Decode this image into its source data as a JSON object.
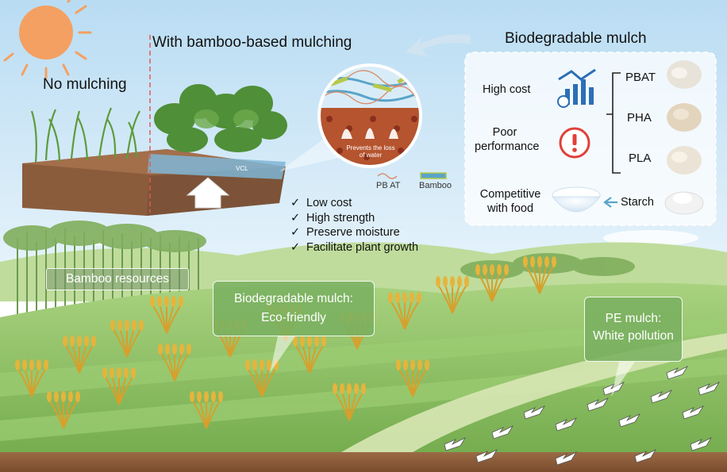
{
  "panels": {
    "no_mulching": "No mulching",
    "with_bamboo": "With bamboo-based mulching"
  },
  "zoom_view": {
    "annotation": "Prevents the loss of water",
    "vcl_label": "VCL",
    "legend": [
      {
        "label": "PB AT",
        "color": "#d98b6a"
      },
      {
        "label": "Bamboo",
        "color": "#5aa4c8"
      }
    ]
  },
  "benefits": [
    "Low cost",
    "High strength",
    "Preserve moisture",
    "Facilitate plant growth"
  ],
  "biodegradable_panel": {
    "title": "Biodegradable mulch",
    "issues": [
      {
        "label": "High cost",
        "icon": "rising-cost-chart-icon"
      },
      {
        "label": "Poor performance",
        "icon": "warning-circle-icon"
      },
      {
        "label": "Competitive with food",
        "icon": "food-bowl-icon"
      }
    ],
    "materials": [
      "PBAT",
      "PHA",
      "PLA"
    ],
    "source": "Starch"
  },
  "landscape_tags": {
    "bamboo_resources": "Bamboo resources",
    "biodegradable_line1": "Biodegradable mulch:",
    "biodegradable_line2": "Eco-friendly",
    "pe_line1": "PE mulch:",
    "pe_line2": "White pollution"
  },
  "colors": {
    "sun": "#f4a062",
    "sky": "#cfe6f5",
    "field": "#8cc063",
    "soil": "#8a5a3a",
    "tag_green": "#78af5f",
    "warning_red": "#e0403a",
    "icon_blue": "#2c6fb5",
    "divider_red": "#e25b55"
  }
}
